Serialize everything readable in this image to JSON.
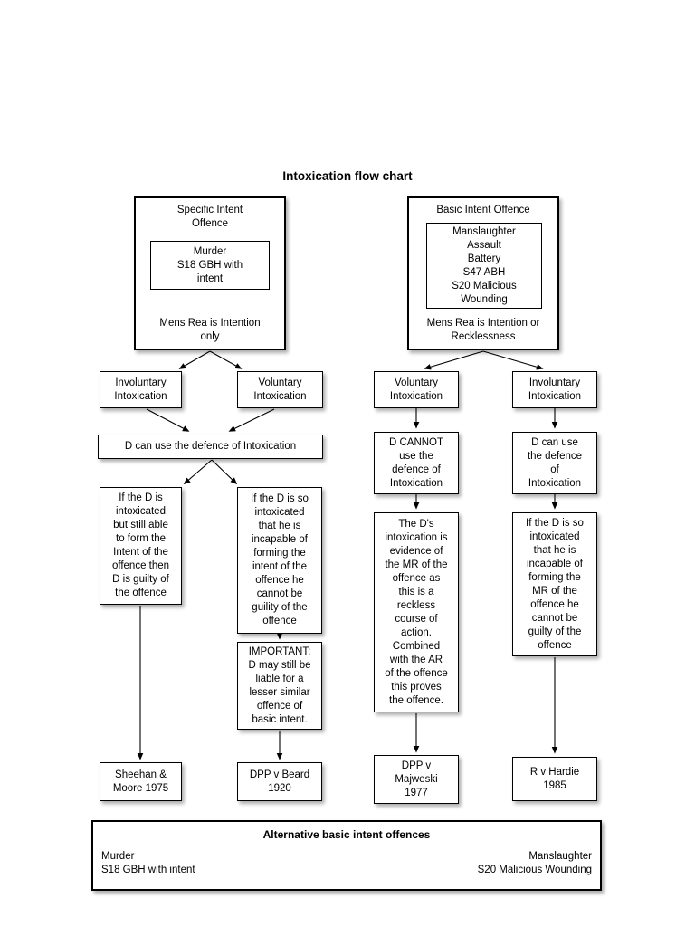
{
  "page": {
    "title": "Intoxication flow chart"
  },
  "specific_intent": {
    "heading": "Specific Intent\nOffence",
    "offences": "Murder\nS18 GBH with\nintent",
    "mens_rea": "Mens Rea is Intention\nonly"
  },
  "basic_intent": {
    "heading": "Basic Intent Offence",
    "offences": "Manslaughter\nAssault\nBattery\nS47 ABH\nS20 Malicious\nWounding",
    "mens_rea": "Mens Rea is Intention or\nRecklessness"
  },
  "specific_branch": {
    "involuntary": "Involuntary\nIntoxication",
    "voluntary": "Voluntary\nIntoxication",
    "defence": "D can use the defence of Intoxication",
    "still_able": "If the D is\nintoxicated\nbut still able\nto form the\nIntent of the\noffence then\nD is guilty of\nthe offence",
    "incapable": "If the D is so\nintoxicated\nthat he is\nincapable of\nforming the\nintent of the\noffence he\ncannot be\nguility of the\noffence",
    "important": "IMPORTANT:\nD may still be\nliable for a\nlesser similar\noffence of\nbasic intent.",
    "case_left": "Sheehan &\nMoore 1975",
    "case_right": "DPP v Beard\n1920"
  },
  "basic_branch": {
    "voluntary": "Voluntary\nIntoxication",
    "involuntary": "Involuntary\nIntoxication",
    "cannot_use": "D CANNOT\nuse the\ndefence of\nIntoxication",
    "can_use": "D can use\nthe defence\nof\nIntoxication",
    "reckless": "The D's\nintoxication is\nevidence of\nthe MR of the\noffence as\nthis is a\nreckless\ncourse of\naction.\nCombined\nwith the AR\nof the offence\nthis proves\nthe offence.",
    "incapable": "If the D is so\nintoxicated\nthat he is\nincapable of\nforming the\nMR of the\noffence he\ncannot be\nguilty of the\noffence",
    "case_left": "DPP v\nMajweski\n1977",
    "case_right": "R v Hardie\n1985"
  },
  "footer": {
    "heading": "Alternative basic intent offences",
    "left": "Murder\nS18 GBH with intent",
    "right": "Manslaughter\nS20 Malicious Wounding"
  }
}
